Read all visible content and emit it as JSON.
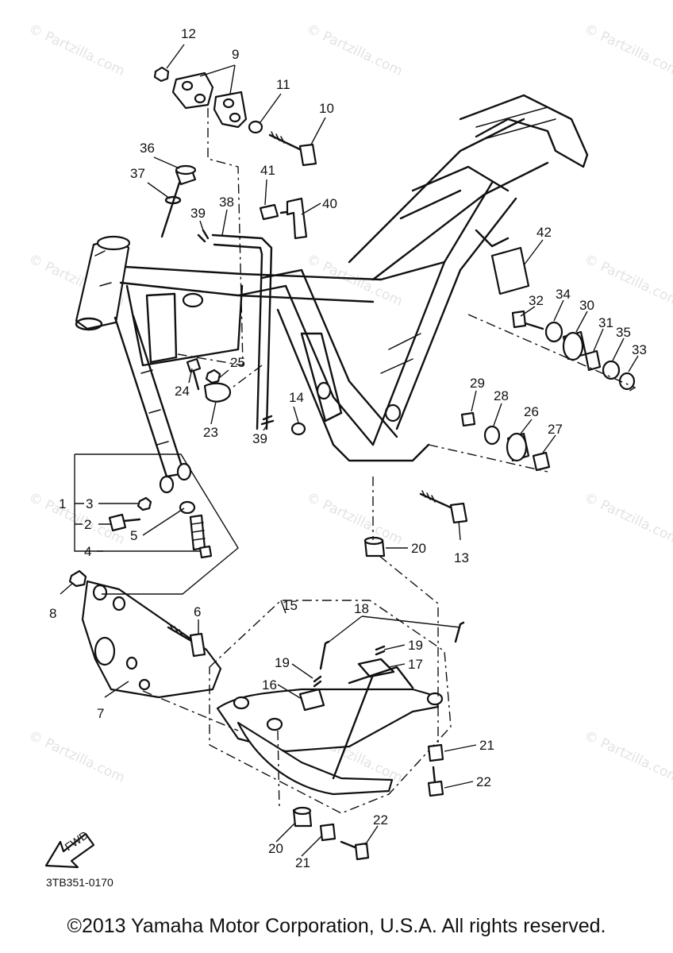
{
  "watermark": "© Partzilla.com",
  "diagram_code": "3TB351-0170",
  "copyright": "©2013  Yamaha Motor Corporation, U.S.A. All rights reserved.",
  "fwd_label": "FWD",
  "callouts": {
    "c1": "1",
    "c2": "2",
    "c3": "3",
    "c4": "4",
    "c5": "5",
    "c6": "6",
    "c7": "7",
    "c8": "8",
    "c9": "9",
    "c10": "10",
    "c11": "11",
    "c12": "12",
    "c13": "13",
    "c14": "14",
    "c15": "15",
    "c16": "16",
    "c17": "17",
    "c18": "18",
    "c19a": "19",
    "c19b": "19",
    "c20a": "20",
    "c20b": "20",
    "c21a": "21",
    "c21b": "21",
    "c22a": "22",
    "c22b": "22",
    "c23": "23",
    "c24": "24",
    "c25": "25",
    "c26": "26",
    "c27": "27",
    "c28": "28",
    "c29": "29",
    "c30": "30",
    "c31": "31",
    "c32": "32",
    "c33": "33",
    "c34": "34",
    "c35": "35",
    "c36": "36",
    "c37": "37",
    "c38": "38",
    "c39a": "39",
    "c39b": "39",
    "c40": "40",
    "c41": "41",
    "c42": "42"
  }
}
